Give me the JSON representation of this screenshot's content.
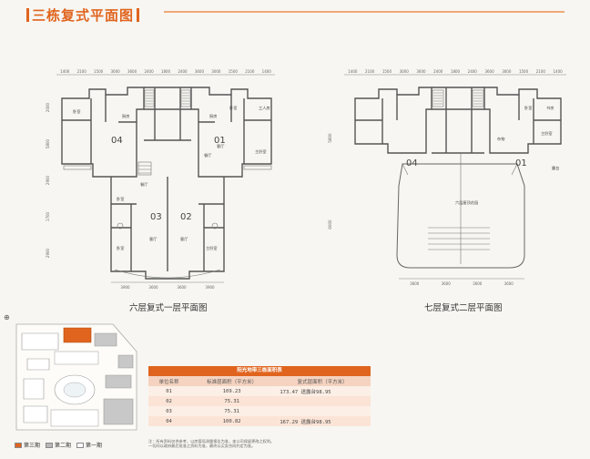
{
  "page": {
    "title": "三栋复式平面图"
  },
  "plan_left": {
    "caption": "六层复式一层平面图",
    "top_dims": [
      "1400",
      "2100",
      "1500",
      "3000",
      "3600",
      "2400",
      "1800",
      "2400",
      "3600",
      "3000",
      "1500",
      "2100",
      "1400"
    ],
    "bottom_dims": [
      "3900",
      "3600",
      "3600",
      "3900"
    ],
    "side_dims": [
      "2000",
      "5800",
      "2900",
      "1700",
      "2900"
    ],
    "units": [
      "04",
      "01",
      "03",
      "02"
    ],
    "rooms": [
      "卧室",
      "卧室",
      "工人房",
      "厨房",
      "厨房",
      "客厅",
      "主卧室",
      "餐厅",
      "餐厅",
      "客厅",
      "客厅",
      "卧室",
      "卧室",
      "主卧室"
    ]
  },
  "plan_right": {
    "caption": "七层复式二层平面图",
    "top_dims": [
      "1400",
      "2100",
      "1500",
      "3000",
      "3600",
      "2400",
      "1800",
      "2400",
      "3600",
      "3000",
      "1500",
      "2100",
      "1400"
    ],
    "bottom_dims": [
      "3600",
      "3600",
      "3600",
      "3600"
    ],
    "side_dims": [
      "5800",
      "6000"
    ],
    "units": [
      "04",
      "01"
    ],
    "rooms": [
      "卧室",
      "书房",
      "杂物",
      "主卧室",
      "露台",
      "六层屋顶花园"
    ]
  },
  "site_plan": {
    "legend": [
      {
        "label": "第三期",
        "color": "#e0641e"
      },
      {
        "label": "第二期",
        "color": "#b8b8b8"
      },
      {
        "label": "第一期",
        "color": "#ffffff"
      }
    ]
  },
  "area_table": {
    "title": "阳光地带三栋面积表",
    "headers": [
      "单位名称",
      "标准层面积（平方米）",
      "复式层面积（平方米）"
    ],
    "rows": [
      {
        "unit": "01",
        "standard": "109.23",
        "duplex": "173.47 送露台98.95"
      },
      {
        "unit": "02",
        "standard": "75.31",
        "duplex": ""
      },
      {
        "unit": "03",
        "standard": "75.31",
        "duplex": ""
      },
      {
        "unit": "04",
        "standard": "100.82",
        "duplex": "167.29 送露台98.95"
      }
    ],
    "notes": [
      "注：所有资料仅供参考，以房管局测量报告为准，本公司保留更改之权利。",
      "一切间以政府最后批准之资料为准，最终以买卖合同约定为准。"
    ]
  }
}
